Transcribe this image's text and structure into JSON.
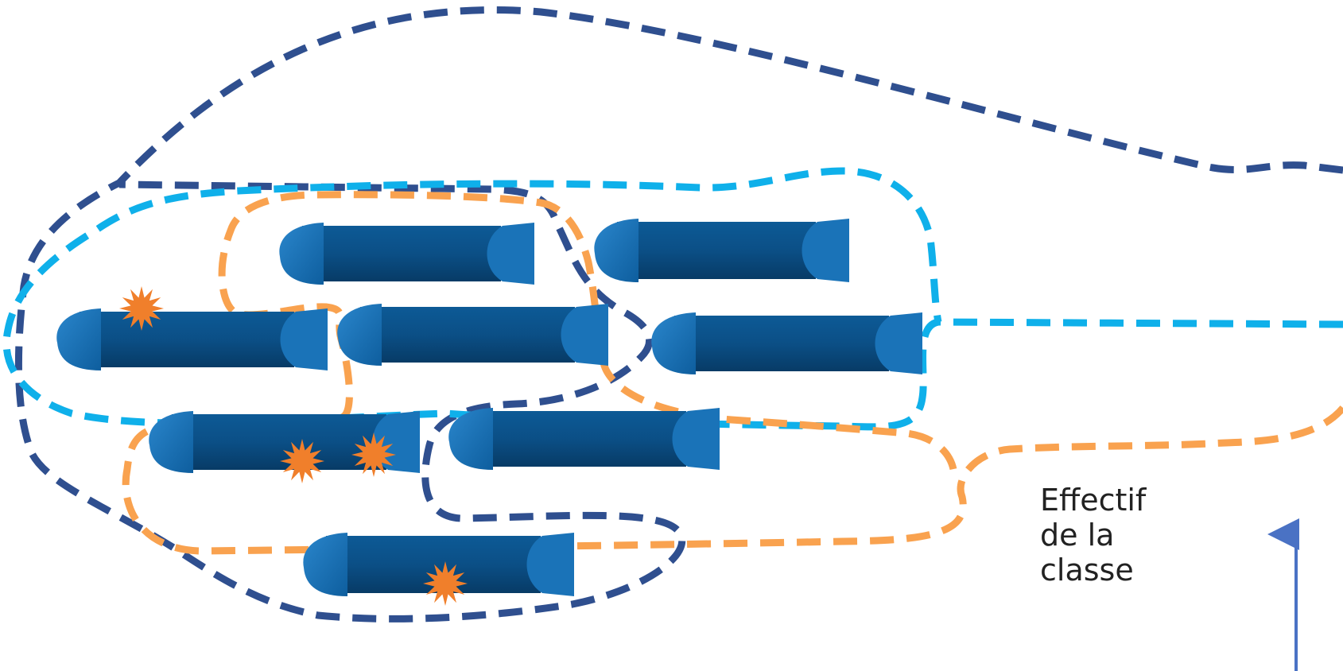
{
  "diagram": {
    "colors": {
      "pipe_body": "#0b4f86",
      "pipe_cap": "#1a73b8",
      "defect": "#f07f2b",
      "loop_dark_blue": "#2f4f8f",
      "loop_light_blue": "#0fb0ea",
      "loop_orange": "#f9a24f",
      "arrow": "#4a72c4"
    },
    "icons": [
      "pipe-segment-icon",
      "defect-burst-icon"
    ],
    "label": {
      "lines": [
        "Effectif",
        "de la",
        "classe"
      ]
    }
  }
}
